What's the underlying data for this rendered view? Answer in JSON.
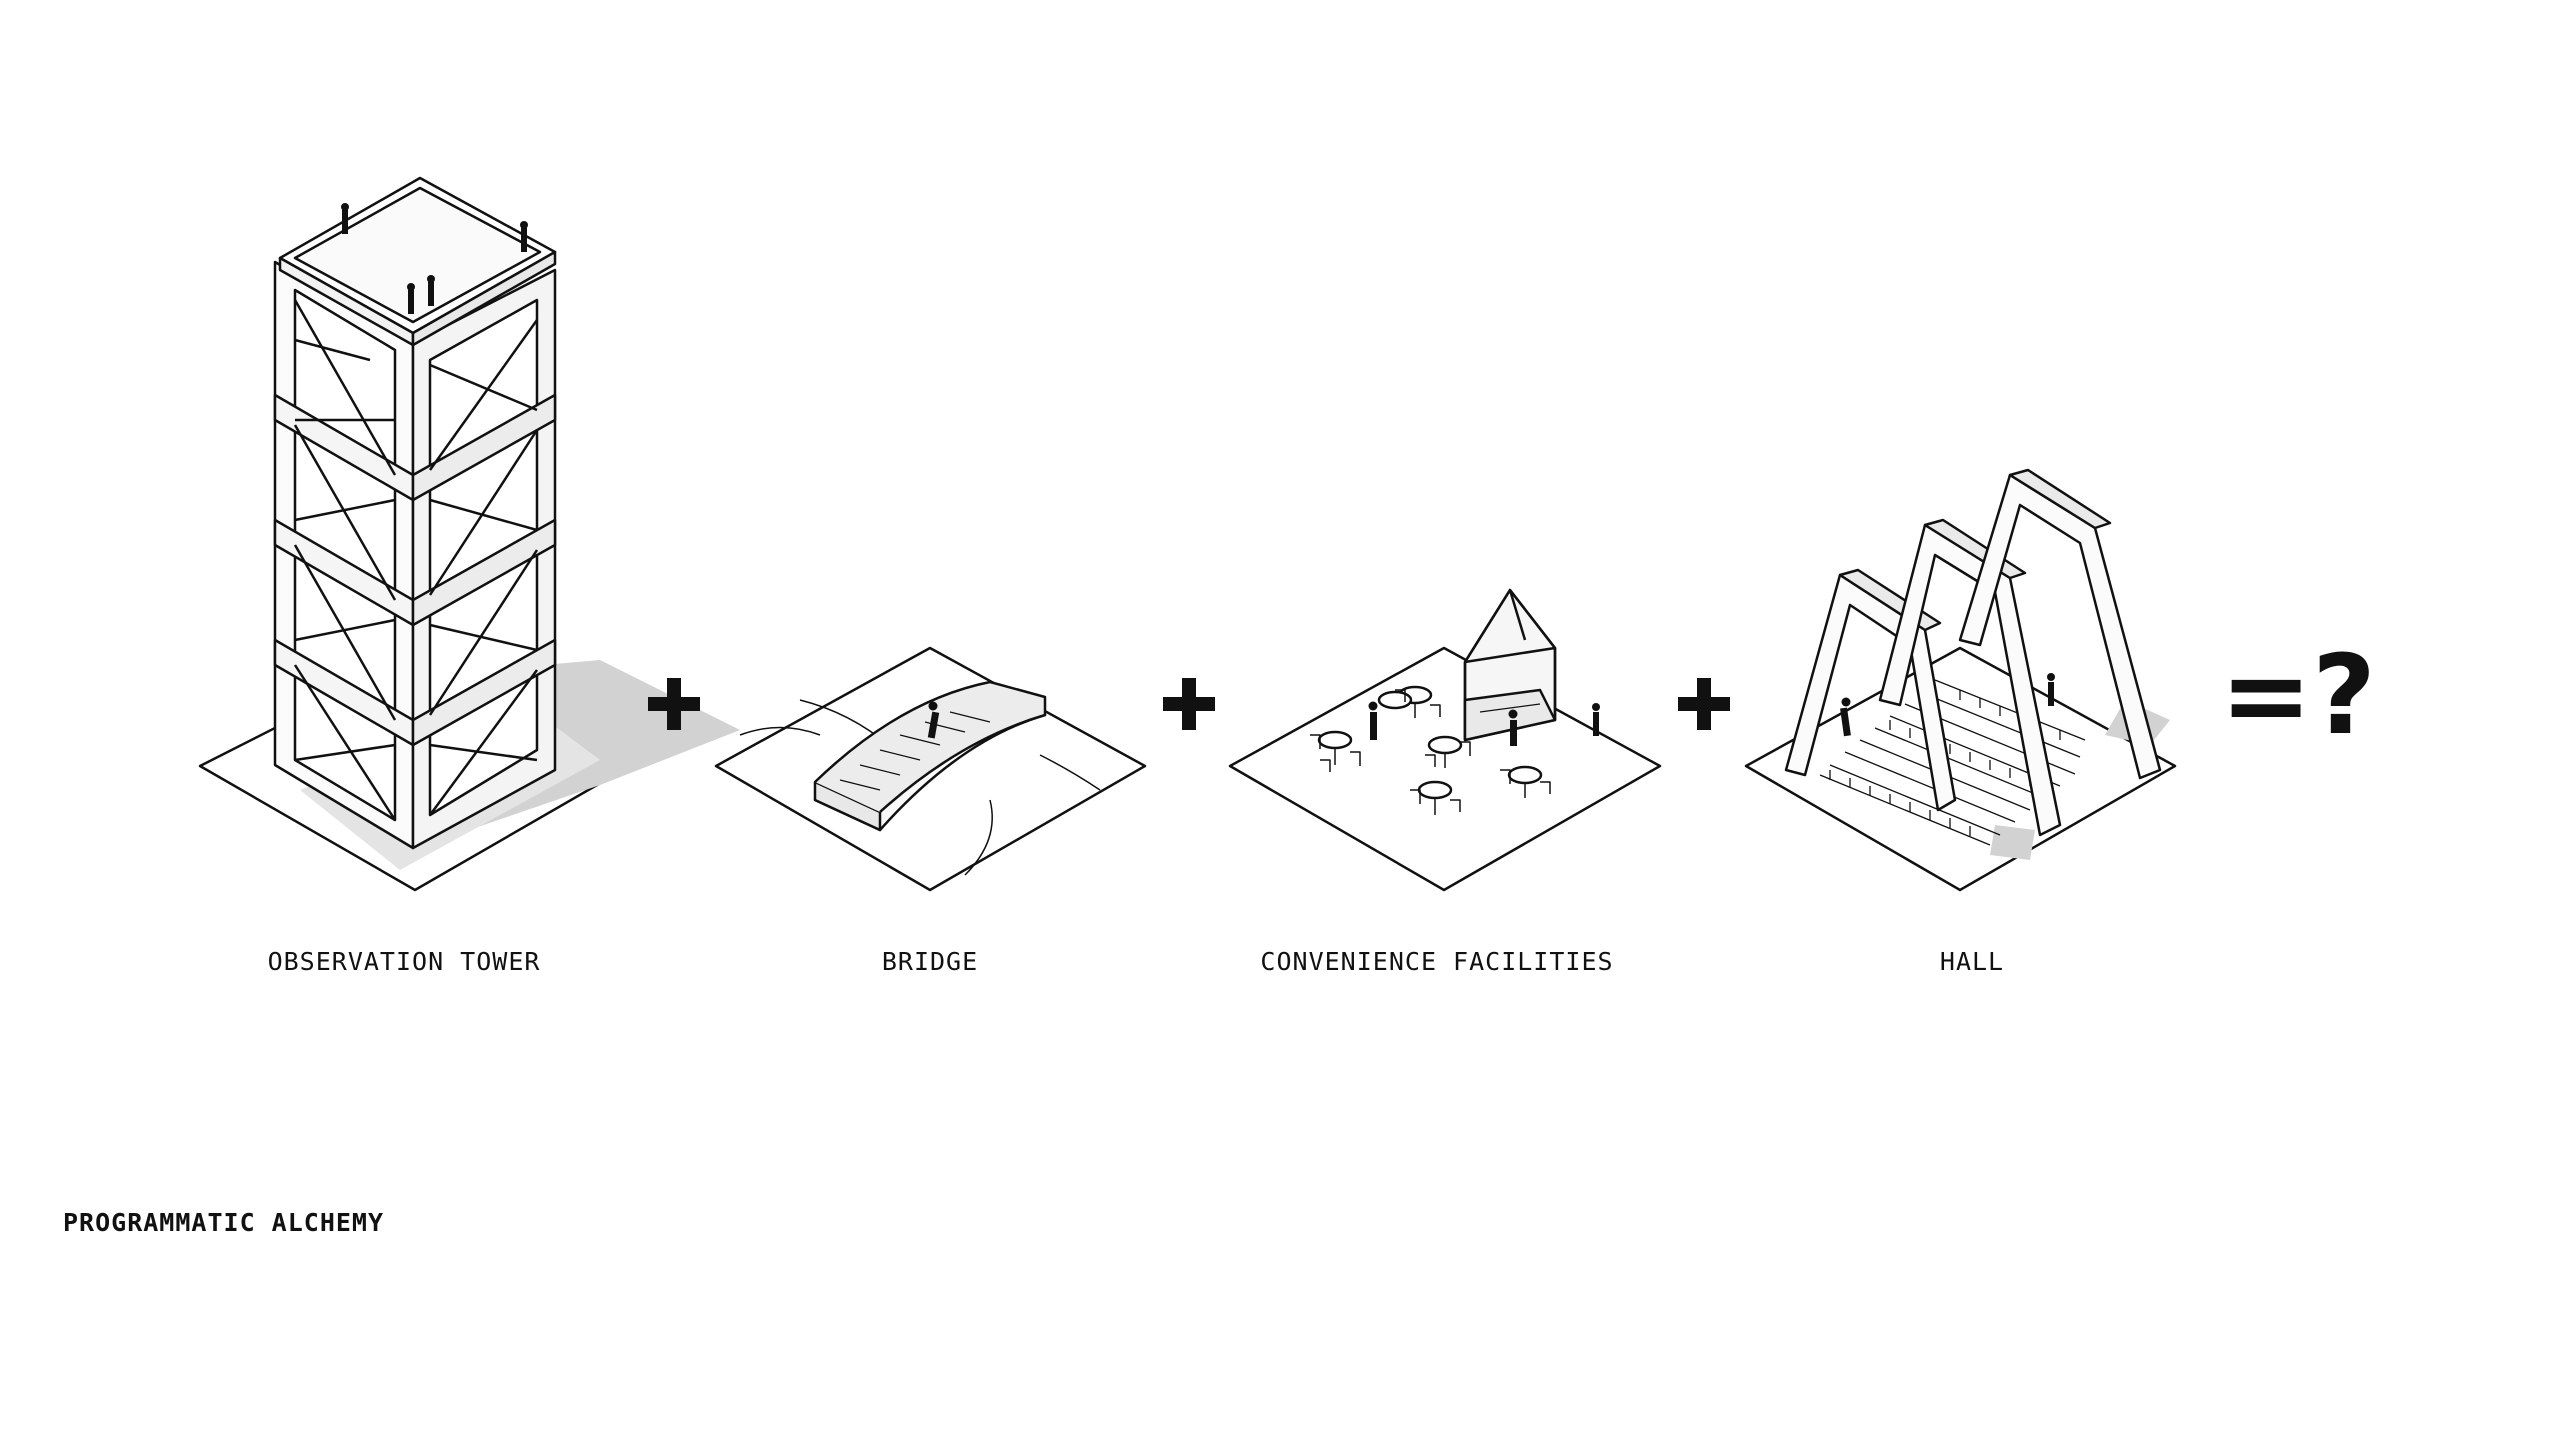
{
  "programs": [
    {
      "id": "tower",
      "label": "OBSERVATION TOWER"
    },
    {
      "id": "bridge",
      "label": "BRIDGE"
    },
    {
      "id": "facilities",
      "label": "CONVENIENCE FACILITIES"
    },
    {
      "id": "hall",
      "label": "HALL"
    }
  ],
  "operator": "+",
  "result": "=?",
  "title": "PROGRAMMATIC ALCHEMY",
  "colors": {
    "ink": "#111111",
    "shadow": "#d2d2d2",
    "paper": "#ffffff"
  }
}
